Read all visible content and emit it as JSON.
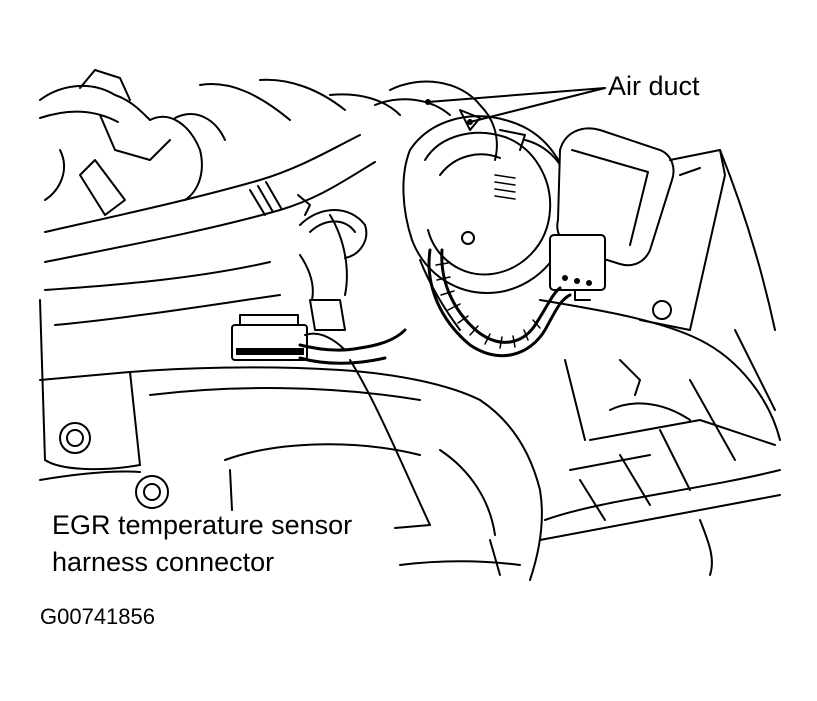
{
  "labels": {
    "air_duct": "Air duct",
    "egr_line1": "EGR temperature sensor",
    "egr_line2": "harness connector"
  },
  "figure_id": "G00741856"
}
